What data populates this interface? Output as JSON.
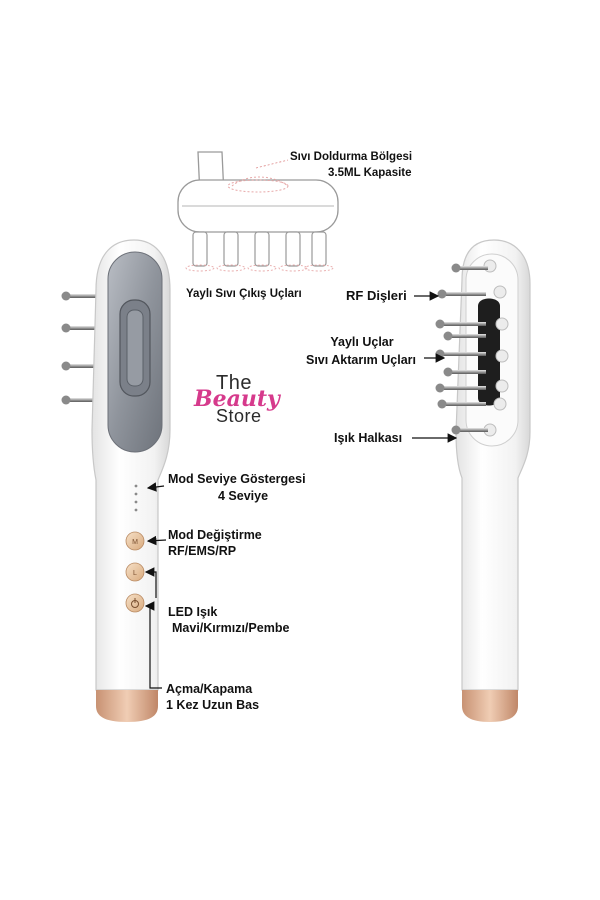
{
  "top_unit": {
    "fill_zone_title": "Sıvı Doldurma Bölgesi",
    "fill_zone_capacity": "3.5ML Kapasite",
    "outlets_label": "Yaylı Sıvı Çıkış Uçları"
  },
  "front_device": {
    "mode_indicator_title": "Mod Seviye Göstergesi",
    "mode_indicator_levels": "4 Seviye",
    "mode_switch_title": "Mod Değiştirme",
    "mode_switch_modes": "RF/EMS/RP",
    "led_title": "LED Işık",
    "led_colors": "Mavi/Kırmızı/Pembe",
    "power_title": "Açma/Kapama",
    "power_hint": "1 Kez Uzun Bas"
  },
  "back_device": {
    "rf_teeth": "RF Dişleri",
    "spring_tips": "Yaylı Uçlar",
    "liquid_tips": "Sıvı Aktarım Uçları",
    "light_ring": "Işık Halkası"
  },
  "logo": {
    "line1": "The",
    "line2": "Beauty",
    "line3": "Store",
    "color": "#d63a8c"
  },
  "colors": {
    "body": "#f4f4f4",
    "panel": "#8e939b",
    "rose_gold": "#d9a98a",
    "button": "#e9c9a6"
  }
}
